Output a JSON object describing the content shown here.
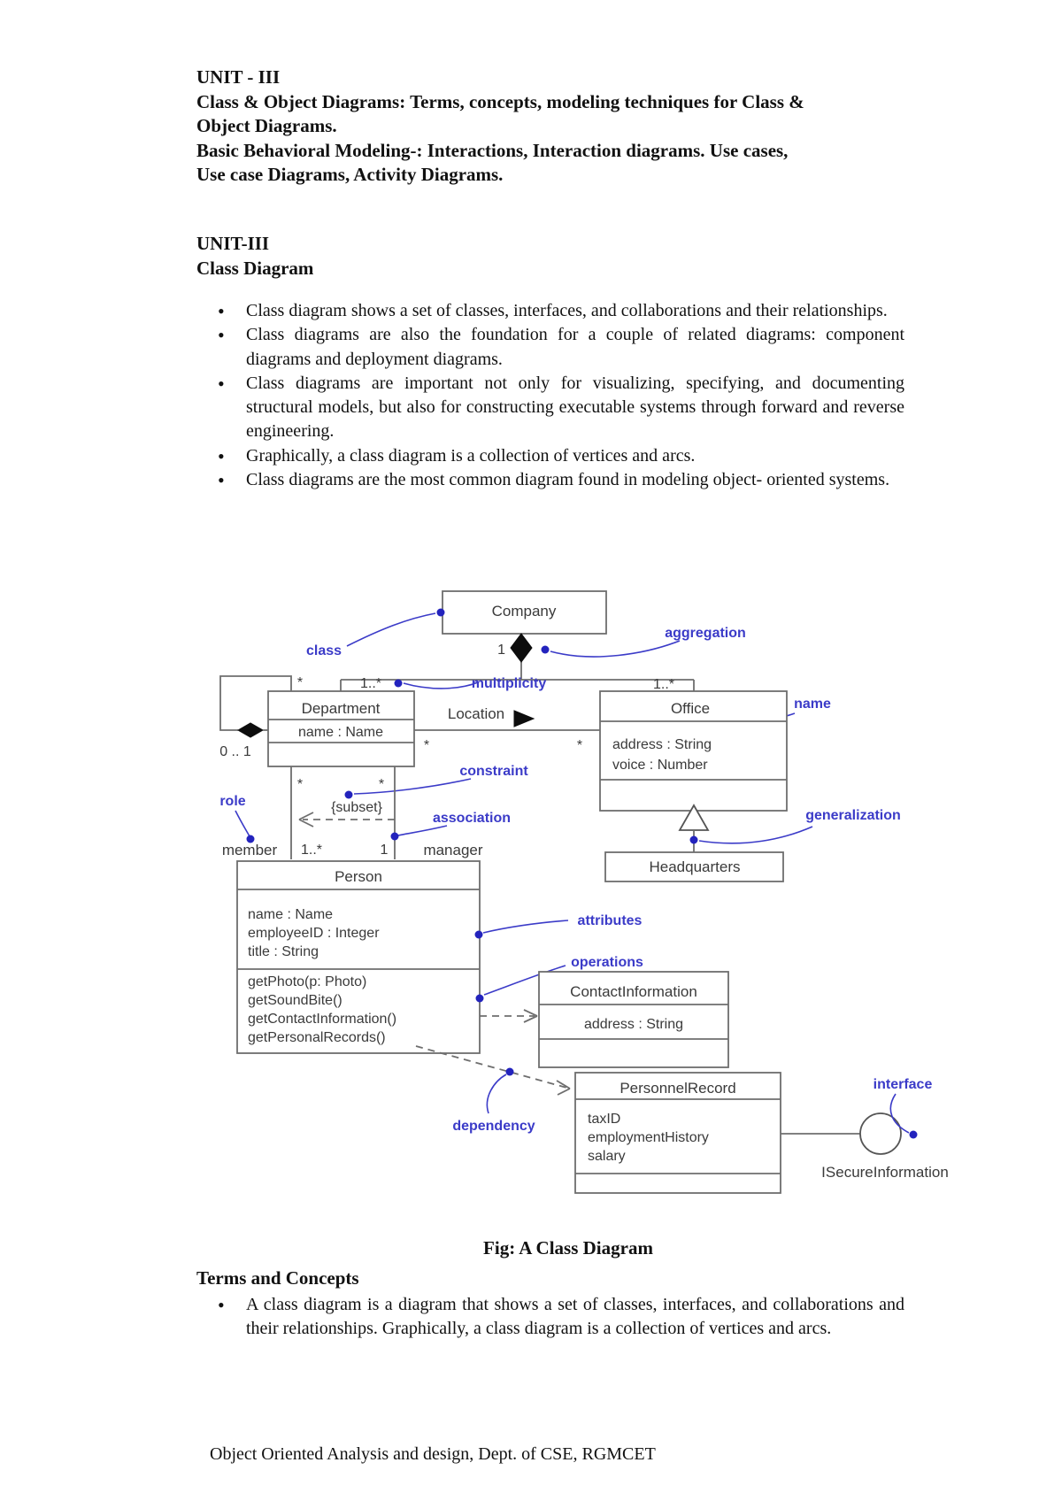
{
  "header": {
    "title": "UNIT - III",
    "lines": [
      "Class & Object Diagrams: Terms, concepts, modeling techniques for Class &",
      "Object Diagrams.",
      "Basic Behavioral Modeling-: Interactions, Interaction diagrams. Use cases,",
      "Use case Diagrams, Activity Diagrams."
    ]
  },
  "section": {
    "title": "UNIT-III",
    "subtitle": "Class Diagram"
  },
  "bullets": [
    "Class diagram shows a set of classes, interfaces, and collaborations and their relationships.",
    "Class diagrams are also the foundation for a couple of related diagrams: component diagrams and deployment diagrams.",
    "Class diagrams are important not only for visualizing, specifying, and documenting structural models, but also for constructing executable systems through forward and reverse engineering.",
    "Graphically, a class diagram is a collection of vertices and arcs.",
    "Class diagrams are the most common diagram found in modeling object- oriented systems."
  ],
  "figure": {
    "caption": "Fig:  A Class Diagram",
    "classes": {
      "company": {
        "name": "Company"
      },
      "department": {
        "name": "Department",
        "attributes": [
          "name : Name"
        ]
      },
      "office": {
        "name": "Office",
        "attributes": [
          "address : String",
          "voice : Number"
        ]
      },
      "headquarters": {
        "name": "Headquarters"
      },
      "person": {
        "name": "Person",
        "attributes": [
          "name : Name",
          "employeeID : Integer",
          "title : String"
        ],
        "operations": [
          "getPhoto(p: Photo)",
          "getSoundBite()",
          "getContactInformation()",
          "getPersonalRecords()"
        ]
      },
      "contact_information": {
        "name": "ContactInformation",
        "attributes": [
          "address : String"
        ]
      },
      "personnel_record": {
        "name": "PersonnelRecord",
        "attributes": [
          "taxID",
          "employmentHistory",
          "salary"
        ]
      }
    },
    "annotations": {
      "class": "class",
      "aggregation": "aggregation",
      "multiplicity": "multiplicity",
      "name": "name",
      "constraint": "constraint",
      "association": "association",
      "role": "role",
      "generalization": "generalization",
      "attributes": "attributes",
      "operations": "operations",
      "dependency": "dependency",
      "interface": "interface"
    },
    "adornments": {
      "one": "1",
      "star1": "*",
      "one_star_left": "1..*",
      "one_star_right": "1..*",
      "zero_one": "0 .. 1",
      "star_dept_left": "*",
      "star_office": "*",
      "star_sub_left": "*",
      "star_sub_right": "*",
      "subset": "{subset}",
      "location": "Location",
      "member": "member",
      "member_mult": "1..*",
      "manager_mult": "1",
      "manager": "manager",
      "interface_name": "ISecureInformation"
    }
  },
  "terms": {
    "heading": "Terms and Concepts",
    "bullets": [
      "A class diagram is a diagram that shows a set of classes, interfaces, and collaborations and their relationships. Graphically, a class diagram is a collection of vertices and arcs."
    ]
  },
  "footer": "Object Oriented Analysis and design, Dept. of CSE, RGMCET"
}
